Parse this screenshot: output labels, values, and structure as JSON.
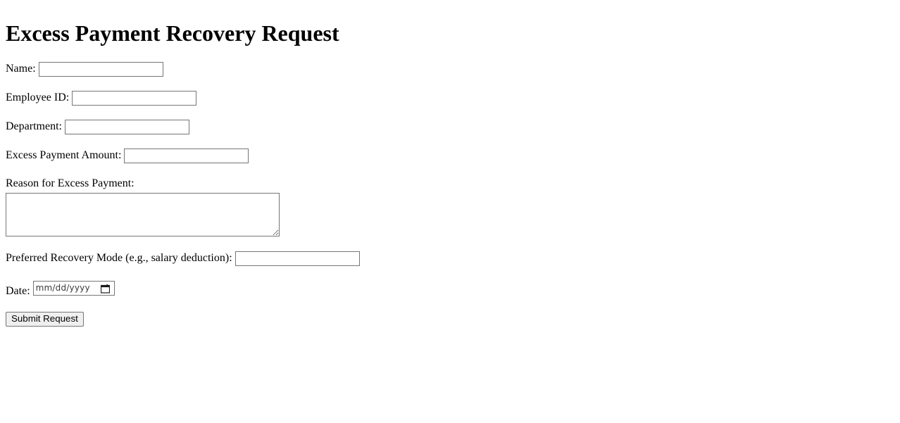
{
  "page": {
    "title": "Excess Payment Recovery Request",
    "background_color": "#ffffff",
    "text_color": "#000000"
  },
  "form": {
    "fields": [
      {
        "id": "name",
        "label": "Name:",
        "type": "text",
        "value": "",
        "placeholder": ""
      },
      {
        "id": "employee-id",
        "label": "Employee ID:",
        "type": "text",
        "value": "",
        "placeholder": ""
      },
      {
        "id": "department",
        "label": "Department:",
        "type": "text",
        "value": "",
        "placeholder": ""
      },
      {
        "id": "excess-payment-amount",
        "label": "Excess Payment Amount:",
        "type": "text",
        "value": "",
        "placeholder": ""
      },
      {
        "id": "reason",
        "label": "Reason for Excess Payment:",
        "type": "textarea",
        "value": "",
        "placeholder": ""
      },
      {
        "id": "preferred-recovery-mode",
        "label": "Preferred Recovery Mode (e.g., salary deduction):",
        "type": "text",
        "value": "",
        "placeholder": ""
      },
      {
        "id": "date",
        "label": "Date:",
        "type": "date",
        "value": "",
        "placeholder": "mm/dd/yyyy",
        "icon": "calendar-icon"
      }
    ],
    "submit": {
      "label": "Submit Request",
      "background_color": "#efefef",
      "border_color": "#767676"
    }
  }
}
